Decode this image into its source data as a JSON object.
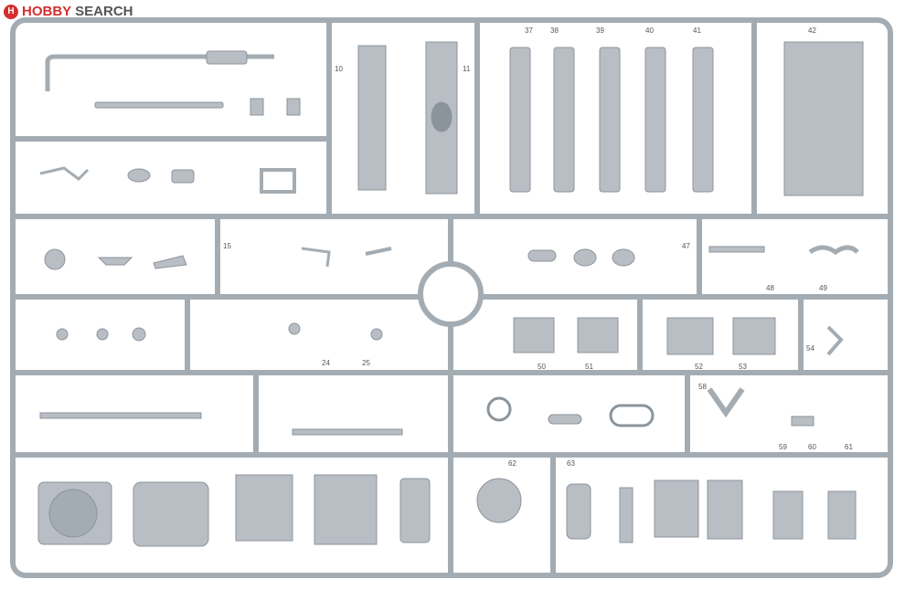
{
  "logo": {
    "mark": "H",
    "brand": "HOBBY",
    "suffix": "SEARCH"
  },
  "colors": {
    "sprue": "#a4acb3",
    "part": "#b8bec4",
    "dark": "#8c949b"
  },
  "part_numbers": {
    "p10": "10",
    "p11": "11",
    "p37": "37",
    "p38": "38",
    "p39": "39",
    "p40": "40",
    "p41": "41",
    "p42": "42",
    "p15": "15",
    "p47": "47",
    "p48": "48",
    "p49": "49",
    "p24": "24",
    "p25": "25",
    "p50": "50",
    "p51": "51",
    "p52": "52",
    "p53": "53",
    "p54": "54",
    "p58": "58",
    "p59": "59",
    "p60": "60",
    "p61": "61",
    "p62": "62",
    "p63": "63"
  }
}
